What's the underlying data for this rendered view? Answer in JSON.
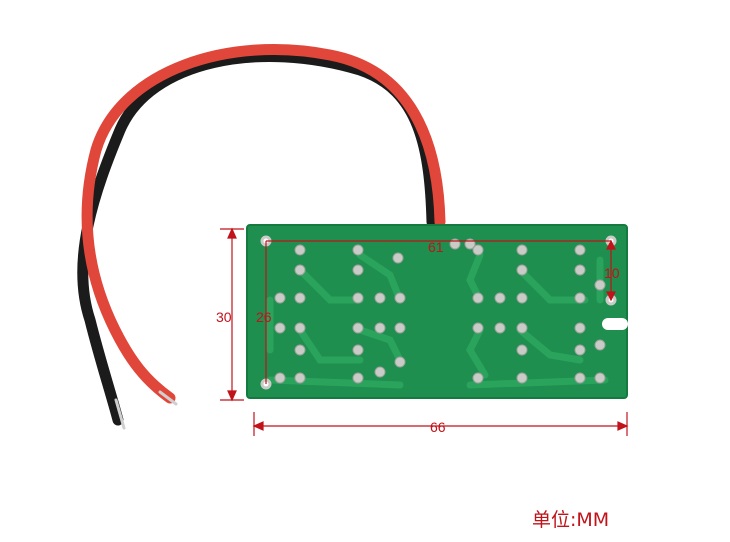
{
  "dimensions": {
    "hole_spacing_horizontal": "61",
    "hole_spacing_vertical": "26",
    "hole_to_slot": "10",
    "board_height": "30",
    "board_width": "66"
  },
  "unit_label": "单位:MM",
  "colors": {
    "board": "#1e8f4e",
    "board_dark": "#177a41",
    "trace": "#2aa35d",
    "pad": "#c9cbc6",
    "dimension": "#c0131a",
    "wire_red": "#e0473a",
    "wire_black": "#1b1b1b"
  }
}
